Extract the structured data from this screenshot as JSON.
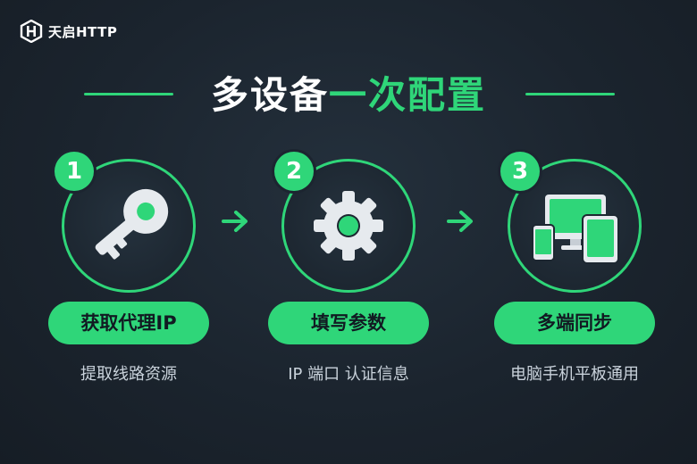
{
  "brand": {
    "name": "天启HTTP",
    "logo_icon": "hexagon-h-logo"
  },
  "headline": {
    "part1": "多设备",
    "part2": "一次配置",
    "accent_color": "#2fd679"
  },
  "steps": [
    {
      "number": "1",
      "icon": "key-icon",
      "title": "获取代理IP",
      "subtitle": "提取线路资源"
    },
    {
      "number": "2",
      "icon": "gear-icon",
      "title": "填写参数",
      "subtitle": "IP 端口 认证信息"
    },
    {
      "number": "3",
      "icon": "devices-icon",
      "title": "多端同步",
      "subtitle": "电脑手机平板通用"
    }
  ],
  "colors": {
    "accent": "#2fd679",
    "background": "#1b242e",
    "text": "#ffffff",
    "muted": "#c9d2db"
  }
}
